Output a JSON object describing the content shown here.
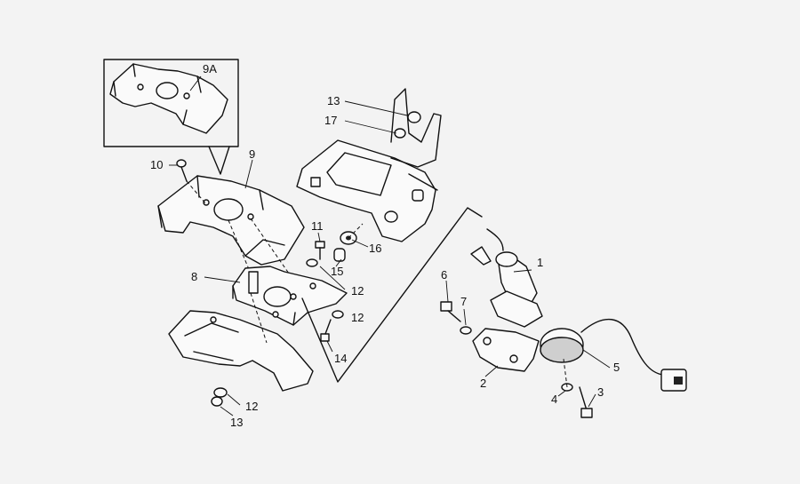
{
  "callouts": {
    "c9A": "9A",
    "c9": "9",
    "c10": "10",
    "c8": "8",
    "c11": "11",
    "c12a": "12",
    "c12b": "12",
    "c12c": "12",
    "c13a": "13",
    "c13b": "13",
    "c14": "14",
    "c15": "15",
    "c16": "16",
    "c17": "17",
    "c1": "1",
    "c2": "2",
    "c3": "3",
    "c4": "4",
    "c5": "5",
    "c6": "6",
    "c7": "7"
  }
}
